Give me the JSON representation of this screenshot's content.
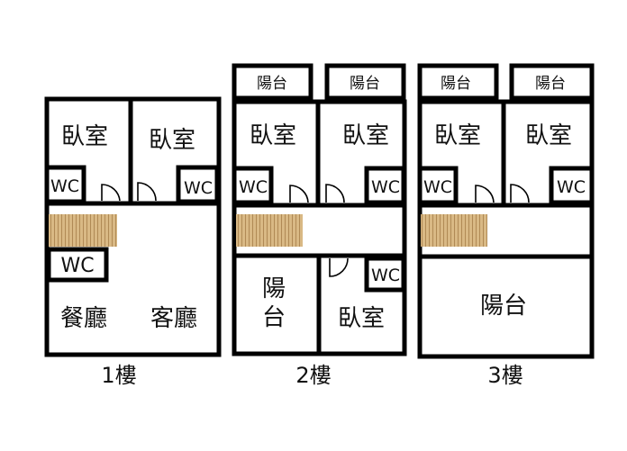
{
  "floors": [
    {
      "caption": "1樓",
      "bedroom_left": "臥室",
      "bedroom_right": "臥室",
      "wc_left": "WC",
      "wc_right": "WC",
      "wc_lower": "WC",
      "dining": "餐廳",
      "living": "客廳"
    },
    {
      "caption": "2樓",
      "balcony_top_left": "陽台",
      "balcony_top_right": "陽台",
      "bedroom_left": "臥室",
      "bedroom_right": "臥室",
      "wc_left": "WC",
      "wc_right": "WC",
      "balcony_lower_line1": "陽",
      "balcony_lower_line2": "台",
      "bedroom_lower": "臥室",
      "wc_lower": "WC"
    },
    {
      "caption": "3樓",
      "balcony_top_left": "陽台",
      "balcony_top_right": "陽台",
      "bedroom_left": "臥室",
      "bedroom_right": "臥室",
      "wc_left": "WC",
      "wc_right": "WC",
      "balcony_lower": "陽台"
    }
  ],
  "colors": {
    "wall": "#000000",
    "stairs": "#d2b48c"
  }
}
